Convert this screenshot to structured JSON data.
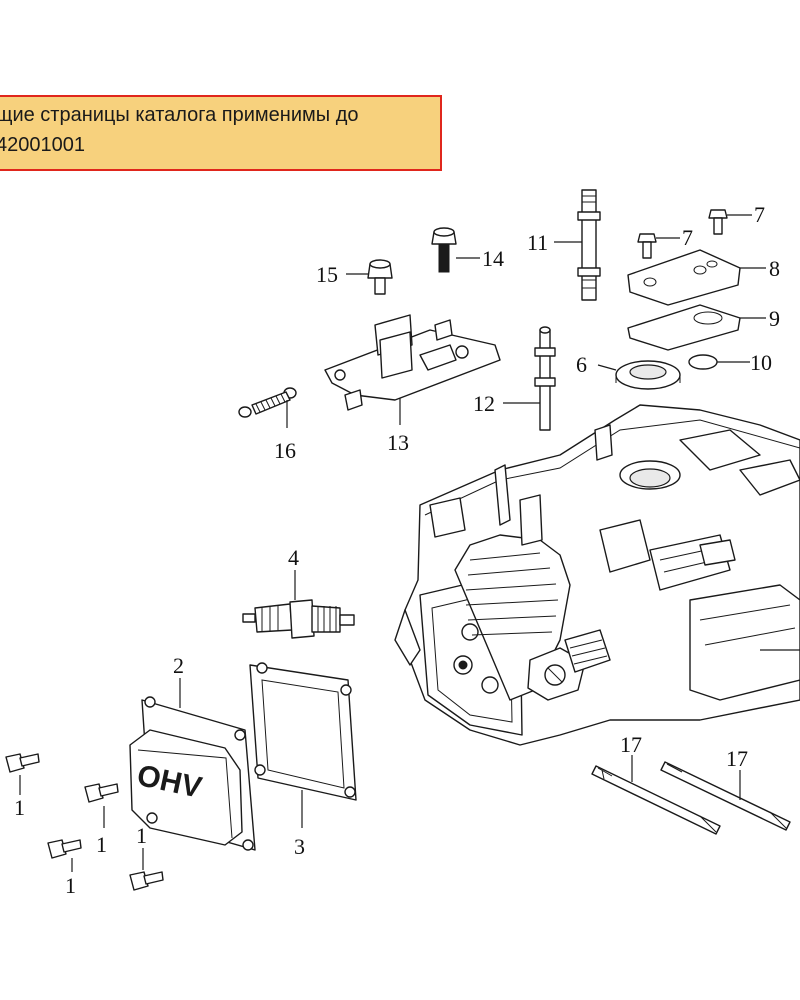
{
  "notice": {
    "line1": "щие страницы каталога применимы до",
    "line2": "42001001"
  },
  "colors": {
    "notice_bg": "#f7d17d",
    "notice_border": "#e0261c",
    "line_art": "#1a1a1a"
  },
  "callouts": {
    "c1a": "1",
    "c1b": "1",
    "c1c": "1",
    "c1d": "1",
    "c2": "2",
    "c3": "3",
    "c4": "4",
    "c6": "6",
    "c7a": "7",
    "c7b": "7",
    "c8": "8",
    "c9": "9",
    "c10": "10",
    "c11": "11",
    "c12": "12",
    "c13": "13",
    "c14": "14",
    "c15": "15",
    "c16": "16",
    "c17a": "17",
    "c17b": "17"
  },
  "cover_marking": "OHV"
}
